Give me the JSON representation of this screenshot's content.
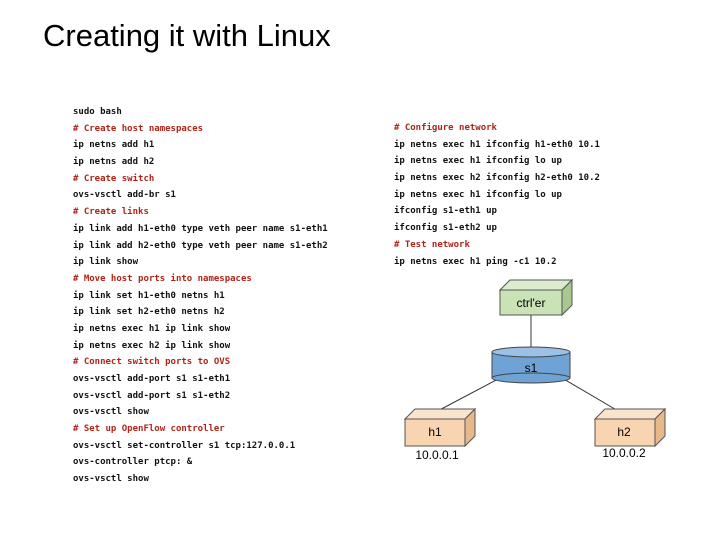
{
  "title": "Creating it with Linux",
  "colors": {
    "comment": "#b02418",
    "text": "#111111",
    "controller_box": "#c9e3b6",
    "switch_cylinder": "#6fa3d6",
    "host_box": "#f8d4b0"
  },
  "left_commands": [
    {
      "text": "sudo bash",
      "comment": false
    },
    {
      "text": "# Create host namespaces",
      "comment": true
    },
    {
      "text": "ip netns add h1",
      "comment": false
    },
    {
      "text": "ip netns add h2",
      "comment": false
    },
    {
      "text": "# Create switch",
      "comment": true
    },
    {
      "text": "ovs-vsctl add-br s1",
      "comment": false
    },
    {
      "text": "# Create links",
      "comment": true
    },
    {
      "text": "ip link add h1-eth0 type veth peer name s1-eth1",
      "comment": false
    },
    {
      "text": "ip link add h2-eth0 type veth peer name s1-eth2",
      "comment": false
    },
    {
      "text": "ip link show",
      "comment": false
    },
    {
      "text": "# Move host ports into namespaces",
      "comment": true
    },
    {
      "text": "ip link set h1-eth0 netns h1",
      "comment": false
    },
    {
      "text": "ip link set h2-eth0 netns h2",
      "comment": false
    },
    {
      "text": "ip netns exec h1 ip link show",
      "comment": false
    },
    {
      "text": "ip netns exec h2 ip link show",
      "comment": false
    },
    {
      "text": "# Connect switch ports to OVS",
      "comment": true
    },
    {
      "text": "ovs-vsctl add-port s1 s1-eth1",
      "comment": false
    },
    {
      "text": "ovs-vsctl add-port s1 s1-eth2",
      "comment": false
    },
    {
      "text": "ovs-vsctl show",
      "comment": false
    },
    {
      "text": "# Set up OpenFlow controller",
      "comment": true
    },
    {
      "text": "ovs-vsctl set-controller s1 tcp:127.0.0.1",
      "comment": false
    },
    {
      "text": "ovs-controller ptcp: &",
      "comment": false
    },
    {
      "text": "ovs-vsctl show",
      "comment": false
    }
  ],
  "right_commands": [
    {
      "text": "# Configure network",
      "comment": true
    },
    {
      "text": "ip netns exec h1 ifconfig h1-eth0 10.1",
      "comment": false
    },
    {
      "text": "ip netns exec h1 ifconfig lo up",
      "comment": false
    },
    {
      "text": "ip netns exec h2 ifconfig h2-eth0 10.2",
      "comment": false
    },
    {
      "text": "ip netns exec h1 ifconfig lo up",
      "comment": false
    },
    {
      "text": "ifconfig s1-eth1 up",
      "comment": false
    },
    {
      "text": "ifconfig s1-eth2 up",
      "comment": false
    },
    {
      "text": "# Test network",
      "comment": true
    },
    {
      "text": "ip netns exec h1 ping -c1 10.2",
      "comment": false
    }
  ],
  "diagram": {
    "controller_label": "ctrl'er",
    "switch_label": "s1",
    "host1_label": "h1",
    "host1_ip": "10.0.0.1",
    "host2_label": "h2",
    "host2_ip": "10.0.0.2"
  }
}
